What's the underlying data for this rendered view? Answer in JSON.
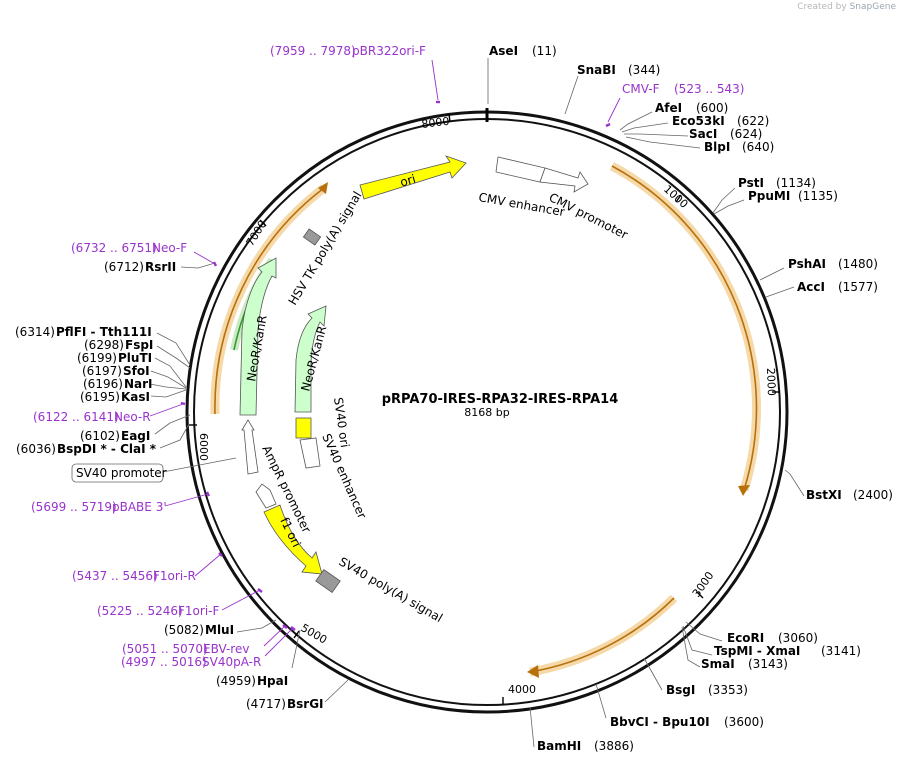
{
  "app": {
    "credit_prefix": "Created by",
    "credit_brand": "SnapGene"
  },
  "plasmid": {
    "name": "pRPA70-IRES-RPA32-IRES-RPA14",
    "length_label": "8168 bp",
    "length": 8168
  },
  "ticks": [
    "1000",
    "2000",
    "3000",
    "4000",
    "5000",
    "6000",
    "7000",
    "8000"
  ],
  "enzymes": [
    {
      "name": "AseI",
      "pos": 11,
      "pos_label": "(11)"
    },
    {
      "name": "SnaBI",
      "pos": 344,
      "pos_label": "(344)"
    },
    {
      "name": "AfeI",
      "pos": 600,
      "pos_label": "(600)"
    },
    {
      "name": "Eco53kI",
      "pos": 622,
      "pos_label": "(622)"
    },
    {
      "name": "SacI",
      "pos": 624,
      "pos_label": "(624)"
    },
    {
      "name": "BlpI",
      "pos": 640,
      "pos_label": "(640)"
    },
    {
      "name": "PstI",
      "pos": 1134,
      "pos_label": "(1134)"
    },
    {
      "name": "PpuMI",
      "pos": 1135,
      "pos_label": "(1135)"
    },
    {
      "name": "PshAI",
      "pos": 1480,
      "pos_label": "(1480)"
    },
    {
      "name": "AccI",
      "pos": 1577,
      "pos_label": "(1577)"
    },
    {
      "name": "BstXI",
      "pos": 2400,
      "pos_label": "(2400)"
    },
    {
      "name": "EcoRI",
      "pos": 3060,
      "pos_label": "(3060)"
    },
    {
      "name": "TspMI - XmaI",
      "pos": 3141,
      "pos_label": "(3141)"
    },
    {
      "name": "SmaI",
      "pos": 3143,
      "pos_label": "(3143)"
    },
    {
      "name": "BsgI",
      "pos": 3353,
      "pos_label": "(3353)"
    },
    {
      "name": "BbvCI - Bpu10I",
      "pos": 3600,
      "pos_label": "(3600)"
    },
    {
      "name": "BamHI",
      "pos": 3886,
      "pos_label": "(3886)"
    },
    {
      "name": "BsrGI",
      "pos": 4717,
      "pos_label": "(4717)"
    },
    {
      "name": "HpaI",
      "pos": 4959,
      "pos_label": "(4959)"
    },
    {
      "name": "MluI",
      "pos": 5082,
      "pos_label": "(5082)"
    },
    {
      "name": "BspDI * - ClaI *",
      "pos": 6036,
      "pos_label": "(6036)"
    },
    {
      "name": "EagI",
      "pos": 6102,
      "pos_label": "(6102)"
    },
    {
      "name": "KasI",
      "pos": 6195,
      "pos_label": "(6195)"
    },
    {
      "name": "NarI",
      "pos": 6196,
      "pos_label": "(6196)"
    },
    {
      "name": "SfoI",
      "pos": 6197,
      "pos_label": "(6197)"
    },
    {
      "name": "PluTI",
      "pos": 6199,
      "pos_label": "(6199)"
    },
    {
      "name": "FspI",
      "pos": 6298,
      "pos_label": "(6298)"
    },
    {
      "name": "PflFI - Tth111I",
      "pos": 6314,
      "pos_label": "(6314)"
    },
    {
      "name": "RsrII",
      "pos": 6712,
      "pos_label": "(6712)"
    }
  ],
  "primers": [
    {
      "name": "pBR322ori-F",
      "range": "(7959 .. 7978)",
      "pos": 7959
    },
    {
      "name": "CMV-F",
      "range": "(523 .. 543)",
      "pos": 523
    },
    {
      "name": "Neo-F",
      "range": "(6732 .. 6751)",
      "pos": 6732
    },
    {
      "name": "Neo-R",
      "range": "(6122 .. 6141)",
      "pos": 6122
    },
    {
      "name": "pBABE 3'",
      "range": "(5699 .. 5719)",
      "pos": 5699
    },
    {
      "name": "F1ori-R",
      "range": "(5437 .. 5456)",
      "pos": 5437
    },
    {
      "name": "F1ori-F",
      "range": "(5225 .. 5246)",
      "pos": 5225
    },
    {
      "name": "EBV-rev",
      "range": "(5051 .. 5070)",
      "pos": 5051
    },
    {
      "name": "SV40pA-R",
      "range": "(4997 .. 5016)",
      "pos": 4997
    }
  ],
  "features": [
    {
      "name": "ori",
      "color": "#ffff00"
    },
    {
      "name": "CMV enhancer",
      "color": "#ffffff"
    },
    {
      "name": "CMV promoter",
      "color": "#ffffff"
    },
    {
      "name": "HSV TK poly(A) signal",
      "color": "#999999"
    },
    {
      "name": "NeoR/KanR",
      "color": "#ccffcc"
    },
    {
      "name": "NeoR/KanR",
      "color": "#ccffcc"
    },
    {
      "name": "SV40 ori",
      "color": "#ffff00"
    },
    {
      "name": "SV40 enhancer",
      "color": "#ffffff"
    },
    {
      "name": "AmpR promoter",
      "color": "#ffffff"
    },
    {
      "name": "f1 ori",
      "color": "#ffff00"
    },
    {
      "name": "SV40 poly(A) signal",
      "color": "#999999"
    },
    {
      "name": "SV40 promoter",
      "color": "#ffffff"
    }
  ],
  "colors": {
    "primer": "#9933cc",
    "orf_fill": "#f5d9a8",
    "orf_line": "#b8700d",
    "neo_orf": "#339933"
  }
}
